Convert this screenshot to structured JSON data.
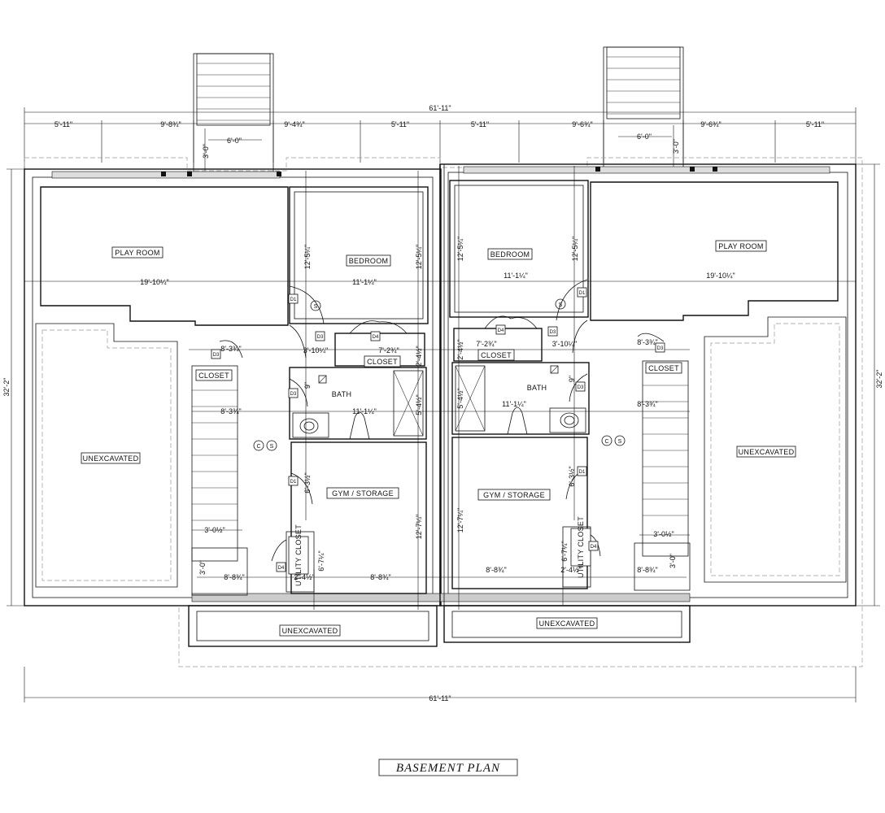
{
  "dims": {
    "overall_top": "61'-11\"",
    "overall_bottom": "61'-11\"",
    "overall_left": "32'-2\"",
    "overall_right": "32'-2\"",
    "top_row": [
      "5'-11\"",
      "9'-8¾\"",
      "9'-4¾\"",
      "5'-11\"",
      "5'-11\"",
      "9'-6¾\"",
      "9'-6¾\"",
      "5'-11\""
    ],
    "porch_left_w": "6'-0\"",
    "porch_left_d": "3'-0\"",
    "porch_right_w": "6'-0\"",
    "porch_right_d": "3'-0\"",
    "playroom_left_w": "19'-10¼\"",
    "bedroom_left_w": "11'-1¼\"",
    "bedroom_right_w": "11'-1¼\"",
    "playroom_right_w": "19'-10¼\"",
    "bedroom_left_h1": "12'-5¼\"",
    "bedroom_left_h2": "12'-5¼\"",
    "bedroom_right_h1": "12'-5¼\"",
    "bedroom_right_h2": "12'-5¼\"",
    "closet_left_w": "8'-3¾\"",
    "closet_left_d": "3'-10¼\"",
    "closet_mid_left_w": "7'-2¾\"",
    "closet_mid_left_d": "2'-4½\"",
    "closet_mid_right_w": "7'-2¾\"",
    "closet_mid_right_d": "2'-4½\"",
    "closet_right_d": "3'-10¼\"",
    "closet_right_w": "8'-3¾\"",
    "bath_left_door": "9\"",
    "bath_right_door": "9\"",
    "stair_left_w": "8'-3¾\"",
    "bath_left_w": "11'-1¼\"",
    "bath_left_h": "5'-4½\"",
    "bath_right_h": "5'-4½\"",
    "bath_right_w": "11'-1¼\"",
    "stair_right_w": "8'-3¾\"",
    "gym_left_door": "6'-3½\"",
    "gym_right_door": "6'-3½\"",
    "gym_left_h": "12'-7¼\"",
    "gym_right_h": "12'-7¼\"",
    "landing_left": "3'-0½\"",
    "landing_right": "3'-0½\"",
    "utility_left_h": "6'-7¼\"",
    "utility_right_h": "6'-7¼\"",
    "stair_left_d": "3'-0\"",
    "stair_right_d": "3'-0\"",
    "bottom_left_a": "8'-8¾\"",
    "bottom_left_b": "2'-4½\"",
    "bottom_left_c": "8'-8¾\"",
    "bottom_right_c": "8'-8¾\"",
    "bottom_right_b": "2'-4½\"",
    "bottom_right_a": "8'-8¾\""
  },
  "rooms": {
    "play_room_left": "PLAY ROOM",
    "bedroom_left": "BEDROOM",
    "bedroom_right": "BEDROOM",
    "play_room_right": "PLAY ROOM",
    "closet_stair_left": "CLOSET",
    "closet_mid_left": "CLOSET",
    "closet_mid_right": "CLOSET",
    "closet_stair_right": "CLOSET",
    "bath_left": "BATH",
    "bath_right": "BATH",
    "unexcavated_left": "UNEXCAVATED",
    "unexcavated_right": "UNEXCAVATED",
    "unexcavated_bottom_left": "UNEXCAVATED",
    "unexcavated_bottom_right": "UNEXCAVATED",
    "gym_left": "GYM / STORAGE",
    "gym_right": "GYM / STORAGE",
    "utility_left": "UTILITY CLOSET",
    "utility_right": "UTILITY CLOSET"
  },
  "tags": {
    "d1": "D1",
    "d3": "D3",
    "d4": "D4",
    "smoke": "S",
    "co": "C"
  },
  "title": "BASEMENT PLAN"
}
